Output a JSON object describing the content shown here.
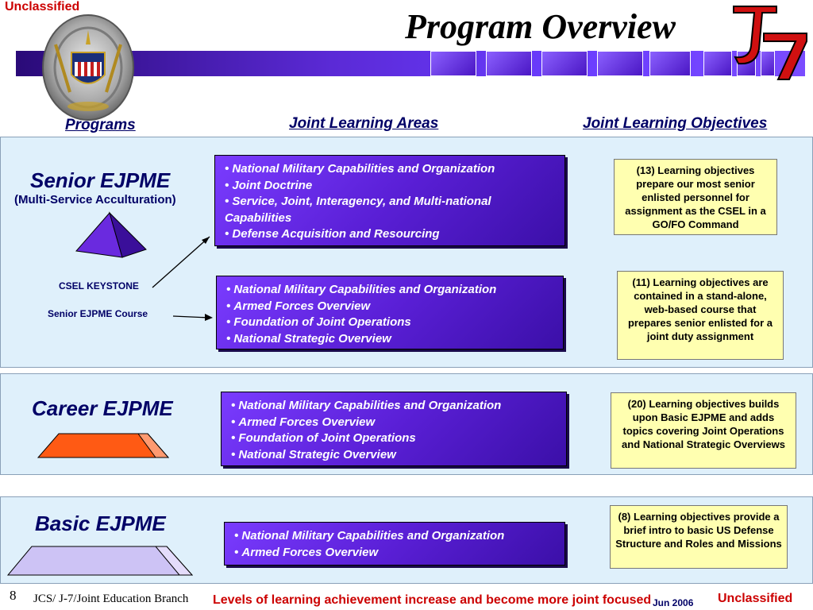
{
  "header": {
    "classification_top": "Unclassified",
    "title": "Program Overview"
  },
  "columns": {
    "programs": "Programs",
    "areas": "Joint Learning Areas",
    "objectives": "Joint Learning Objectives"
  },
  "senior": {
    "name": "Senior EJPME",
    "subtitle": "(Multi-Service Acculturation)",
    "keystone_label": "CSEL KEYSTONE",
    "course_label": "Senior EJPME Course",
    "areas_keystone": [
      "National Military Capabilities and Organization",
      "Joint Doctrine",
      "Service, Joint, Interagency, and Multi-national Capabilities",
      "Defense Acquisition and Resourcing"
    ],
    "objective_keystone": "(13) Learning objectives prepare our most senior enlisted personnel for assignment as the CSEL in a GO/FO Command",
    "areas_course": [
      "National Military Capabilities and Organization",
      "Armed Forces Overview",
      "Foundation of Joint Operations",
      "National Strategic Overview"
    ],
    "objective_course": "(11) Learning objectives are contained in a stand-alone, web-based course that prepares senior enlisted for a joint duty assignment"
  },
  "career": {
    "name": "Career EJPME",
    "areas": [
      "National Military Capabilities and Organization",
      "Armed Forces Overview",
      "Foundation of Joint Operations",
      "National Strategic Overview"
    ],
    "objective": "(20) Learning objectives builds upon Basic EJPME and adds topics covering Joint Operations and National Strategic Overviews"
  },
  "basic": {
    "name": "Basic EJPME",
    "areas": [
      "National Military Capabilities and Organization",
      "Armed Forces Overview"
    ],
    "objective": "(8) Learning objectives provide a brief intro to basic US Defense Structure and Roles and Missions"
  },
  "footer": {
    "page_number": "8",
    "branch": "JCS/ J-7/Joint Education Branch",
    "message": "Levels of learning achievement increase and become more joint focused",
    "date": "Jun 2006",
    "classification_bottom": "Unclassified"
  },
  "colors": {
    "accent_purple": "#5a1fd6",
    "panel_blue": "#dff0fb",
    "objective_yellow": "#ffffb0",
    "classification_red": "#cc0000",
    "heading_navy": "#000066"
  },
  "icons": {
    "seal": "joint-chiefs-of-staff-seal-icon",
    "logo": "j7-logo-icon"
  }
}
